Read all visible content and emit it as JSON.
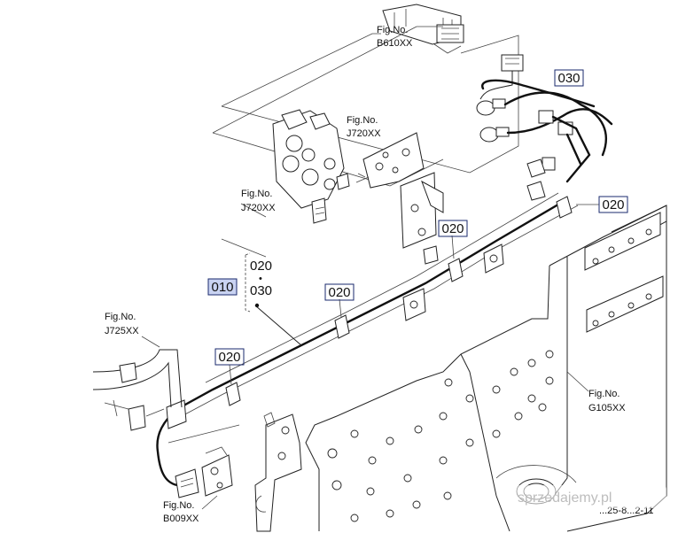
{
  "figure_refs": [
    {
      "id": "b610",
      "caption": "Fig.No.",
      "code": "B610XX"
    },
    {
      "id": "j720-bracket",
      "caption": "Fig.No.",
      "code": "J720XX"
    },
    {
      "id": "j720-valve",
      "caption": "Fig.No.",
      "code": "J720XX"
    },
    {
      "id": "j725",
      "caption": "Fig.No.",
      "code": "J725XX"
    },
    {
      "id": "g105",
      "caption": "Fig.No.",
      "code": "G105XX"
    },
    {
      "id": "b009",
      "caption": "Fig.No.",
      "code": "B009XX"
    }
  ],
  "callouts": [
    {
      "id": "c030-top",
      "text": "030",
      "highlighted": false
    },
    {
      "id": "c020-right",
      "text": "020",
      "highlighted": false
    },
    {
      "id": "c020-mid",
      "text": "020",
      "highlighted": false
    },
    {
      "id": "c020-center",
      "text": "020",
      "highlighted": false
    },
    {
      "id": "c020-left",
      "text": "020",
      "highlighted": false
    },
    {
      "id": "c010",
      "text": "010",
      "highlighted": true
    }
  ],
  "group_items": [
    "020",
    "030"
  ],
  "group_separator": "•",
  "drawing_code": "...25-8...2-11",
  "watermark": "sprzedajemy.pl",
  "colors": {
    "callout_border": "#1a2a6c",
    "callout_highlight": "#c9d3f2",
    "line": "#222222"
  }
}
